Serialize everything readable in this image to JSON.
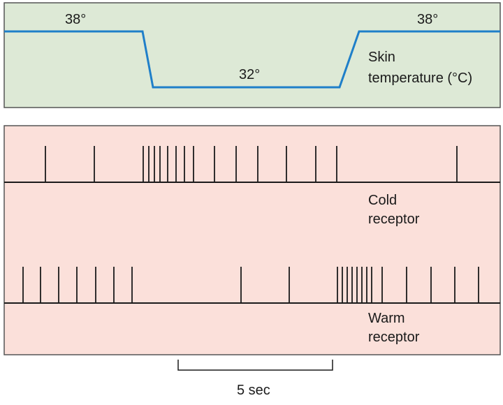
{
  "colors": {
    "temperature_panel": "#dde9d6",
    "receptor_panel": "#fbe0da",
    "panel_border": "#555555",
    "temperature_trace": "#1f7fc9",
    "spike": "#1a1a1a"
  },
  "temperature": {
    "label_line1": "Skin",
    "label_line2": "temperature (°C)",
    "high_left_label": "38°",
    "low_label": "32°",
    "high_right_label": "38°"
  },
  "cold_receptor": {
    "label_line1": "Cold",
    "label_line2": "receptor"
  },
  "warm_receptor": {
    "label_line1": "Warm",
    "label_line2": "receptor"
  },
  "scale_bar": {
    "label": "5 sec"
  }
}
